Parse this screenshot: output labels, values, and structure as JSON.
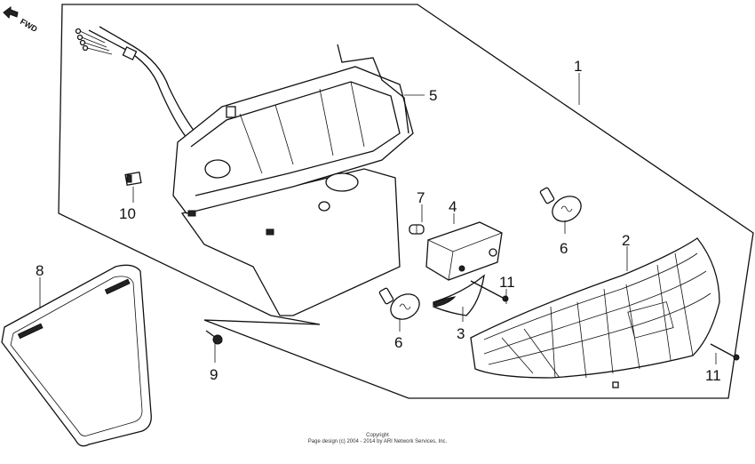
{
  "direction_label": "FWD",
  "callouts": [
    "1",
    "2",
    "3",
    "4",
    "5",
    "6",
    "6",
    "7",
    "8",
    "9",
    "10",
    "11",
    "11"
  ],
  "footer": {
    "line1": "Copyright",
    "line2": "Page design (c) 2004 - 2014 by ARI Network Services, Inc."
  }
}
